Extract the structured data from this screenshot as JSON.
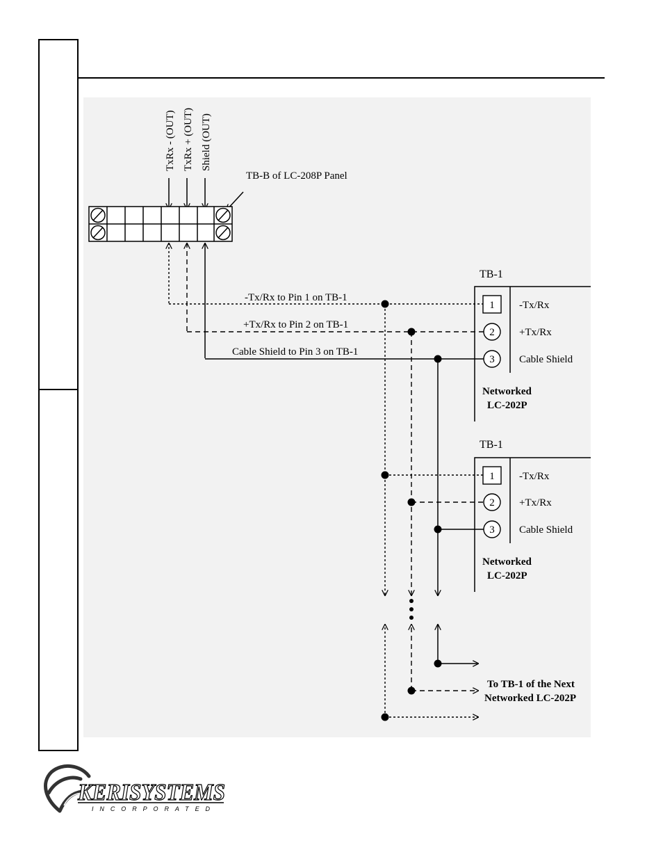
{
  "terminal_block": {
    "label": "TB-B of LC-208P Panel",
    "pin_labels": [
      "TxRx - (OUT)",
      "TxRx + (OUT)",
      "Shield (OUT)"
    ]
  },
  "wires": {
    "neg_label": "-Tx/Rx to Pin 1 on TB-1",
    "pos_label": "+Tx/Rx to Pin 2 on TB-1",
    "shield_label": "Cable Shield to Pin 3 on TB-1"
  },
  "units": [
    {
      "tb_label": "TB-1",
      "pins": [
        {
          "num": "1",
          "label": "-Tx/Rx"
        },
        {
          "num": "2",
          "label": "+Tx/Rx"
        },
        {
          "num": "3",
          "label": "Cable Shield"
        }
      ],
      "name_line1": "Networked",
      "name_line2": "LC-202P"
    },
    {
      "tb_label": "TB-1",
      "pins": [
        {
          "num": "1",
          "label": "-Tx/Rx"
        },
        {
          "num": "2",
          "label": "+Tx/Rx"
        },
        {
          "num": "3",
          "label": "Cable Shield"
        }
      ],
      "name_line1": "Networked",
      "name_line2": "LC-202P"
    }
  ],
  "next_note": {
    "line1": "To TB-1 of the Next",
    "line2": "Networked LC-202P"
  },
  "logo": {
    "brand": "KERISYSTEMS",
    "sub": "INCORPORATED"
  }
}
